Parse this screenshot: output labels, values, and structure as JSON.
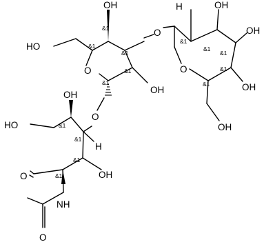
{
  "labels": {
    "oh_gal_top": "OH",
    "oh_gal_c2": "OH",
    "ho_gal_c6": "HO",
    "o_gal_ring": "O",
    "o_glyc_1": "O",
    "o_glyc_2": "O",
    "h_glc_anomeric": "H",
    "oh_glc_c2": "OH",
    "oh_glc_c3": "OH",
    "oh_glc_c4": "OH",
    "o_glc_ring": "O",
    "oh_glc_c6": "OH",
    "oh_open_c5": "OH",
    "ho_open_c6": "HO",
    "h_open_c4": "H",
    "oh_open_c3": "OH",
    "o_aldehyde": "O",
    "nh": "NH",
    "o_acetyl": "O"
  },
  "stereo_label": "&1",
  "colors": {
    "ink": "#000000",
    "background": "#ffffff"
  }
}
